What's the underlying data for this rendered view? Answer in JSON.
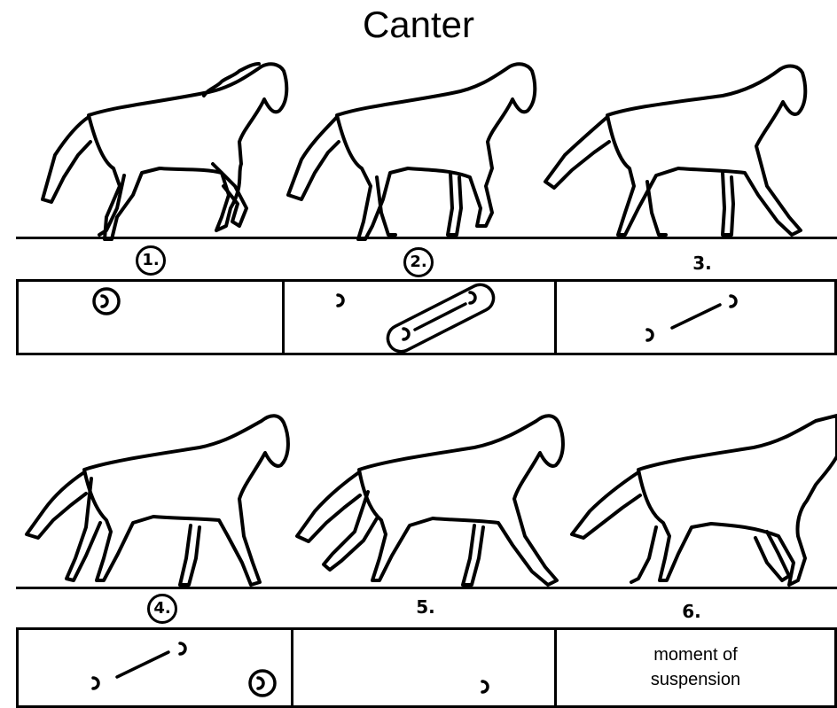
{
  "title": "Canter",
  "frames_top": [
    {
      "number": "1."
    },
    {
      "number": "2."
    },
    {
      "number": "3."
    }
  ],
  "frames_bottom": [
    {
      "number": "4."
    },
    {
      "number": "5."
    },
    {
      "number": "6."
    }
  ],
  "footfall": {
    "frame6_text_line1": "moment of",
    "frame6_text_line2": "suspension"
  }
}
